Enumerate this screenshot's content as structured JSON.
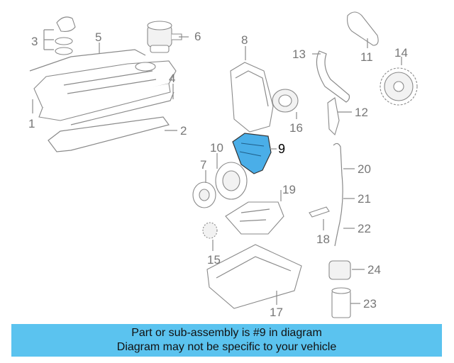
{
  "diagram": {
    "highlight_color": "#4aaee8",
    "highlighted_part": "9",
    "callouts": [
      "1",
      "2",
      "3",
      "4",
      "5",
      "6",
      "7",
      "8",
      "9",
      "10",
      "11",
      "12",
      "13",
      "14",
      "15",
      "16",
      "17",
      "18",
      "19",
      "20",
      "21",
      "22",
      "23",
      "24"
    ]
  },
  "banner": {
    "line1": "Part or sub-assembly is #9 in diagram",
    "line2": "Diagram may not be specific to your vehicle",
    "color": "#5bc3ef"
  }
}
